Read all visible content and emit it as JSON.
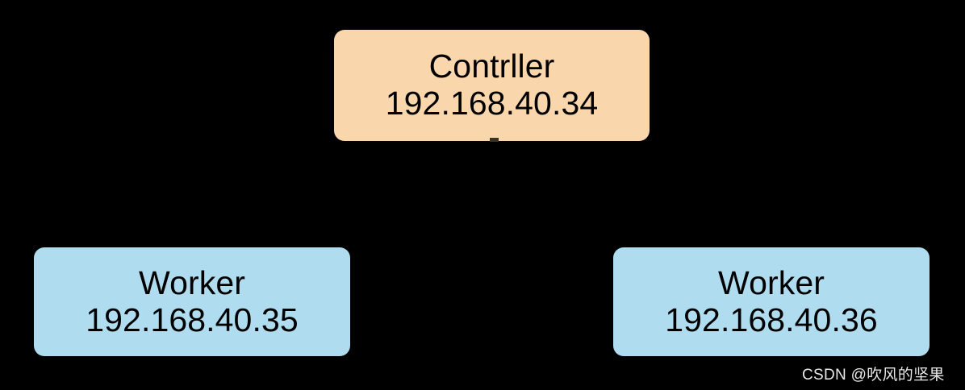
{
  "diagram": {
    "background_color": "#000000",
    "nodes": [
      {
        "id": "controller",
        "role": "Contrller",
        "ip": "192.168.40.34",
        "fill_color": "#F9D6AC",
        "text_color": "#000000"
      },
      {
        "id": "worker-1",
        "role": "Worker",
        "ip": "192.168.40.35",
        "fill_color": "#AFDCEF",
        "text_color": "#000000"
      },
      {
        "id": "worker-2",
        "role": "Worker",
        "ip": "192.168.40.36",
        "fill_color": "#AFDCEF",
        "text_color": "#000000"
      }
    ]
  },
  "watermark": {
    "text": "CSDN @吹风的坚果",
    "color": "#e8e8e8"
  }
}
